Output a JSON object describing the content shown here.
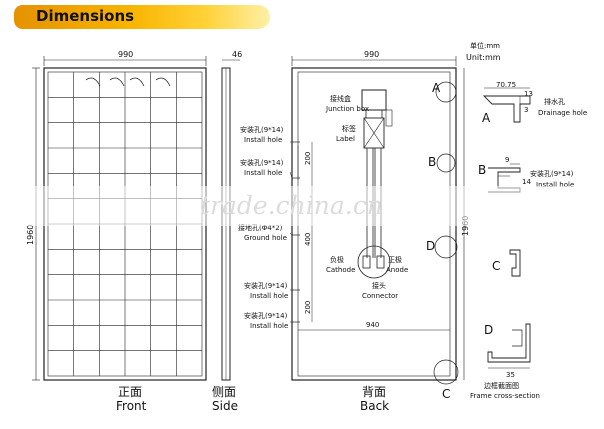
{
  "header": {
    "title": "Dimensions"
  },
  "unit": {
    "cn": "单位:mm",
    "en": "Unit:mm"
  },
  "watermark": "trade.china.cn",
  "front": {
    "width_dim": "990",
    "thickness_dim": "46",
    "height_dim": "1960",
    "label_cn": "正面",
    "label_en": "Front"
  },
  "side": {
    "label_cn": "侧面",
    "label_en": "Side"
  },
  "back": {
    "width_dim": "990",
    "inner_width_dim": "940",
    "height_dim": "1960",
    "spacing_top": "200",
    "spacing_mid": "400",
    "spacing_bottom": "200",
    "junction_box_cn": "接线盒",
    "junction_box_en": "Junction box",
    "label_cn": "标签",
    "label_en": "Label",
    "cathode_cn": "负极",
    "cathode_en": "Cathode",
    "anode_cn": "正极",
    "anode_en": "Anode",
    "connector_cn": "接头",
    "connector_en": "Connector",
    "label_cn_bottom": "背面",
    "label_en_bottom": "Back"
  },
  "holes": {
    "install1_cn": "安装孔(9*14)",
    "install1_en": "Install hole",
    "install2_cn": "安装孔(9*14)",
    "install2_en": "Install hole",
    "ground_cn": "接地孔(Φ4*2)",
    "ground_en": "Ground hole",
    "install3_cn": "安装孔(9*14)",
    "install3_en": "Install hole",
    "install4_cn": "安装孔(9*14)",
    "install4_en": "Install hole"
  },
  "markers": {
    "A": "A",
    "B": "B",
    "C": "C",
    "D": "D"
  },
  "details": {
    "a_dim1": "70.75",
    "a_dim2": "13",
    "a_dim3": "3",
    "drainage_cn": "排水孔",
    "drainage_en": "Drainage hole",
    "b_dim1": "9",
    "b_dim2": "14",
    "b_install_cn": "安装孔(9*14)",
    "b_install_en": "Install hole",
    "d_dim1": "35",
    "frame_cn": "边框截面图",
    "frame_en": "Frame cross-section"
  }
}
